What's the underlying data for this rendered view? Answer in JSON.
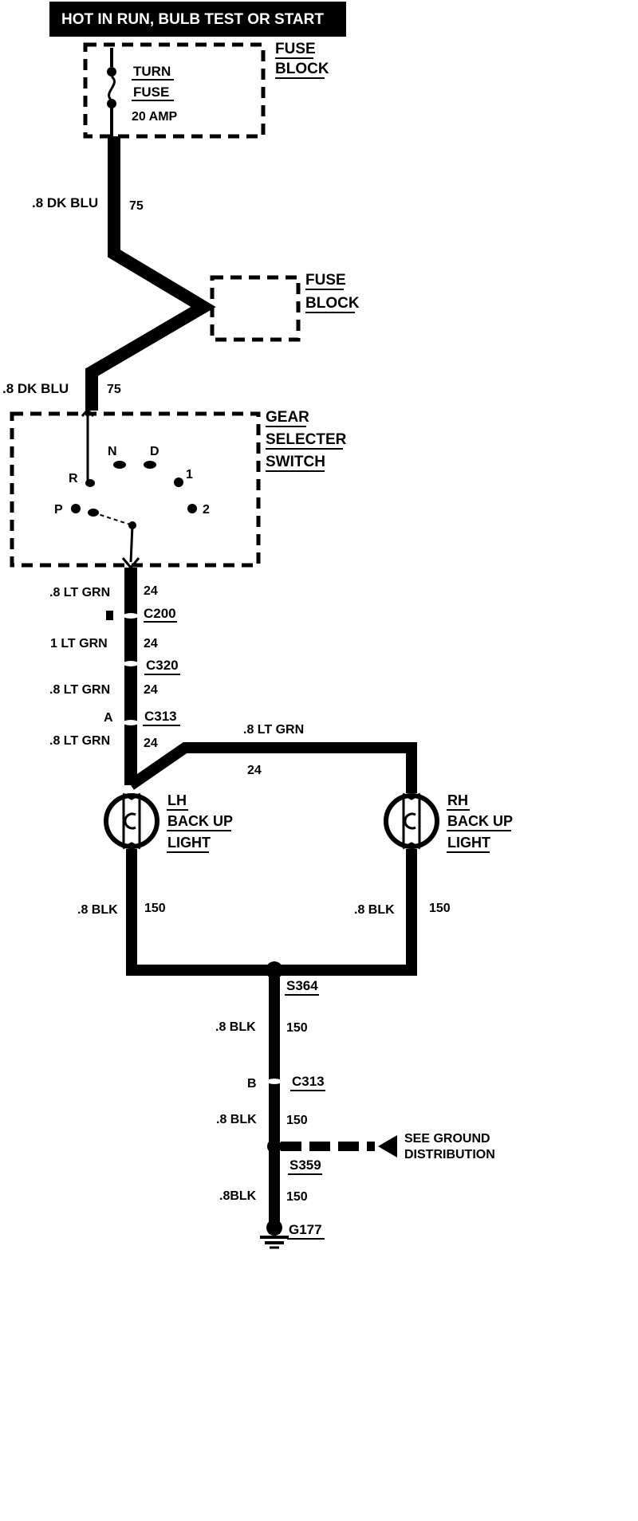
{
  "header": {
    "text": "HOT IN RUN, BULB TEST OR START"
  },
  "fuse_block_1": {
    "line1": "FUSE",
    "line2": "BLOCK",
    "fuse_line1": "TURN",
    "fuse_line2": "FUSE",
    "rating": "20 AMP"
  },
  "fuse_block_2": {
    "line1": "FUSE",
    "line2": "BLOCK"
  },
  "wire_75_upper": {
    "gauge": ".8 DK BLU",
    "circuit": "75"
  },
  "wire_75_lower": {
    "gauge": ".8 DK BLU",
    "circuit": "75"
  },
  "gear_switch": {
    "line1": "GEAR",
    "line2": "SELECTER",
    "line3": "SWITCH",
    "positions": {
      "r": "R",
      "n": "N",
      "d": "D",
      "one": "1",
      "p": "P",
      "two": "2"
    }
  },
  "wire_24_a": {
    "gauge": ".8 LT GRN",
    "circuit": "24"
  },
  "conn_c200": {
    "label": "C200"
  },
  "wire_24_b": {
    "gauge": "1 LT GRN",
    "circuit": "24"
  },
  "conn_c320": {
    "label": "C320"
  },
  "wire_24_c": {
    "gauge": ".8 LT GRN",
    "circuit": "24"
  },
  "conn_c313_a": {
    "pin": "A",
    "label": "C313"
  },
  "wire_24_d": {
    "gauge": ".8 LT GRN",
    "circuit": "24"
  },
  "wire_24_rh": {
    "gauge": ".8 LT GRN",
    "circuit": "24"
  },
  "lh_light": {
    "line1": "LH",
    "line2": "BACK UP",
    "line3": "LIGHT"
  },
  "rh_light": {
    "line1": "RH",
    "line2": "BACK UP",
    "line3": "LIGHT"
  },
  "wire_150_lh": {
    "gauge": ".8 BLK",
    "circuit": "150"
  },
  "wire_150_rh": {
    "gauge": ".8 BLK",
    "circuit": "150"
  },
  "splice_s364": {
    "label": "S364"
  },
  "wire_150_a": {
    "gauge": ".8 BLK",
    "circuit": "150"
  },
  "conn_c313_b": {
    "pin": "B",
    "label": "C313"
  },
  "wire_150_b": {
    "gauge": ".8 BLK",
    "circuit": "150"
  },
  "ground_dist": {
    "line1": "SEE GROUND",
    "line2": "DISTRIBUTION"
  },
  "splice_s359": {
    "label": "S359"
  },
  "wire_150_c": {
    "gauge": ".8BLK",
    "circuit": "150"
  },
  "ground_g177": {
    "label": "G177"
  }
}
